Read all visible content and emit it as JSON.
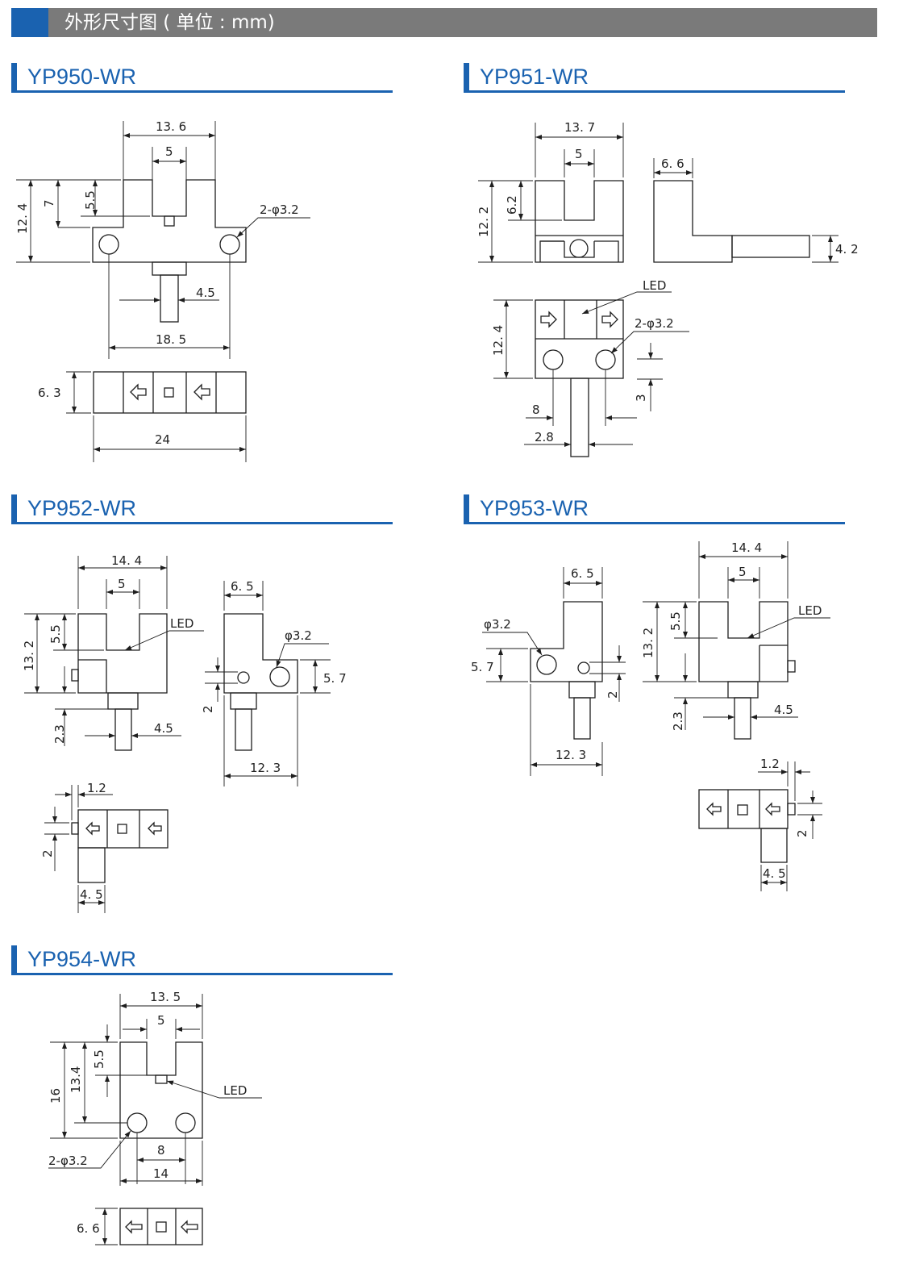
{
  "page": {
    "header_title": "外形尺寸图 ( 单位 : mm)",
    "colors": {
      "accent": "#1a62b0",
      "header_bg": "#7a7a7a"
    }
  },
  "models": [
    {
      "name": "YP950-WR",
      "dims": [
        "13. 6",
        "5",
        "12. 4",
        "7",
        "5.5",
        "2-φ3.2",
        "4.5",
        "18. 5",
        "6. 3",
        "24"
      ]
    },
    {
      "name": "YP951-WR",
      "dims": [
        "13. 7",
        "5",
        "12. 2",
        "6.2",
        "6. 6",
        "4. 2",
        "12. 4",
        "LED",
        "2-φ3.2",
        "3",
        "8",
        "2.8"
      ]
    },
    {
      "name": "YP952-WR",
      "dims": [
        "14. 4",
        "5",
        "13. 2",
        "5.5",
        "LED",
        "2.3",
        "4.5",
        "6. 5",
        "φ3.2",
        "5. 7",
        "2",
        "12. 3",
        "1.2",
        "2",
        "4. 5"
      ]
    },
    {
      "name": "YP953-WR",
      "dims": [
        "6. 5",
        "φ3.2",
        "5. 7",
        "2",
        "12. 3",
        "14. 4",
        "5",
        "13. 2",
        "5.5",
        "LED",
        "2.3",
        "4.5",
        "1.2",
        "2",
        "4. 5"
      ]
    },
    {
      "name": "YP954-WR",
      "dims": [
        "13. 5",
        "5",
        "16",
        "13.4",
        "5.5",
        "LED",
        "2-φ3.2",
        "8",
        "14",
        "6. 6"
      ]
    }
  ]
}
